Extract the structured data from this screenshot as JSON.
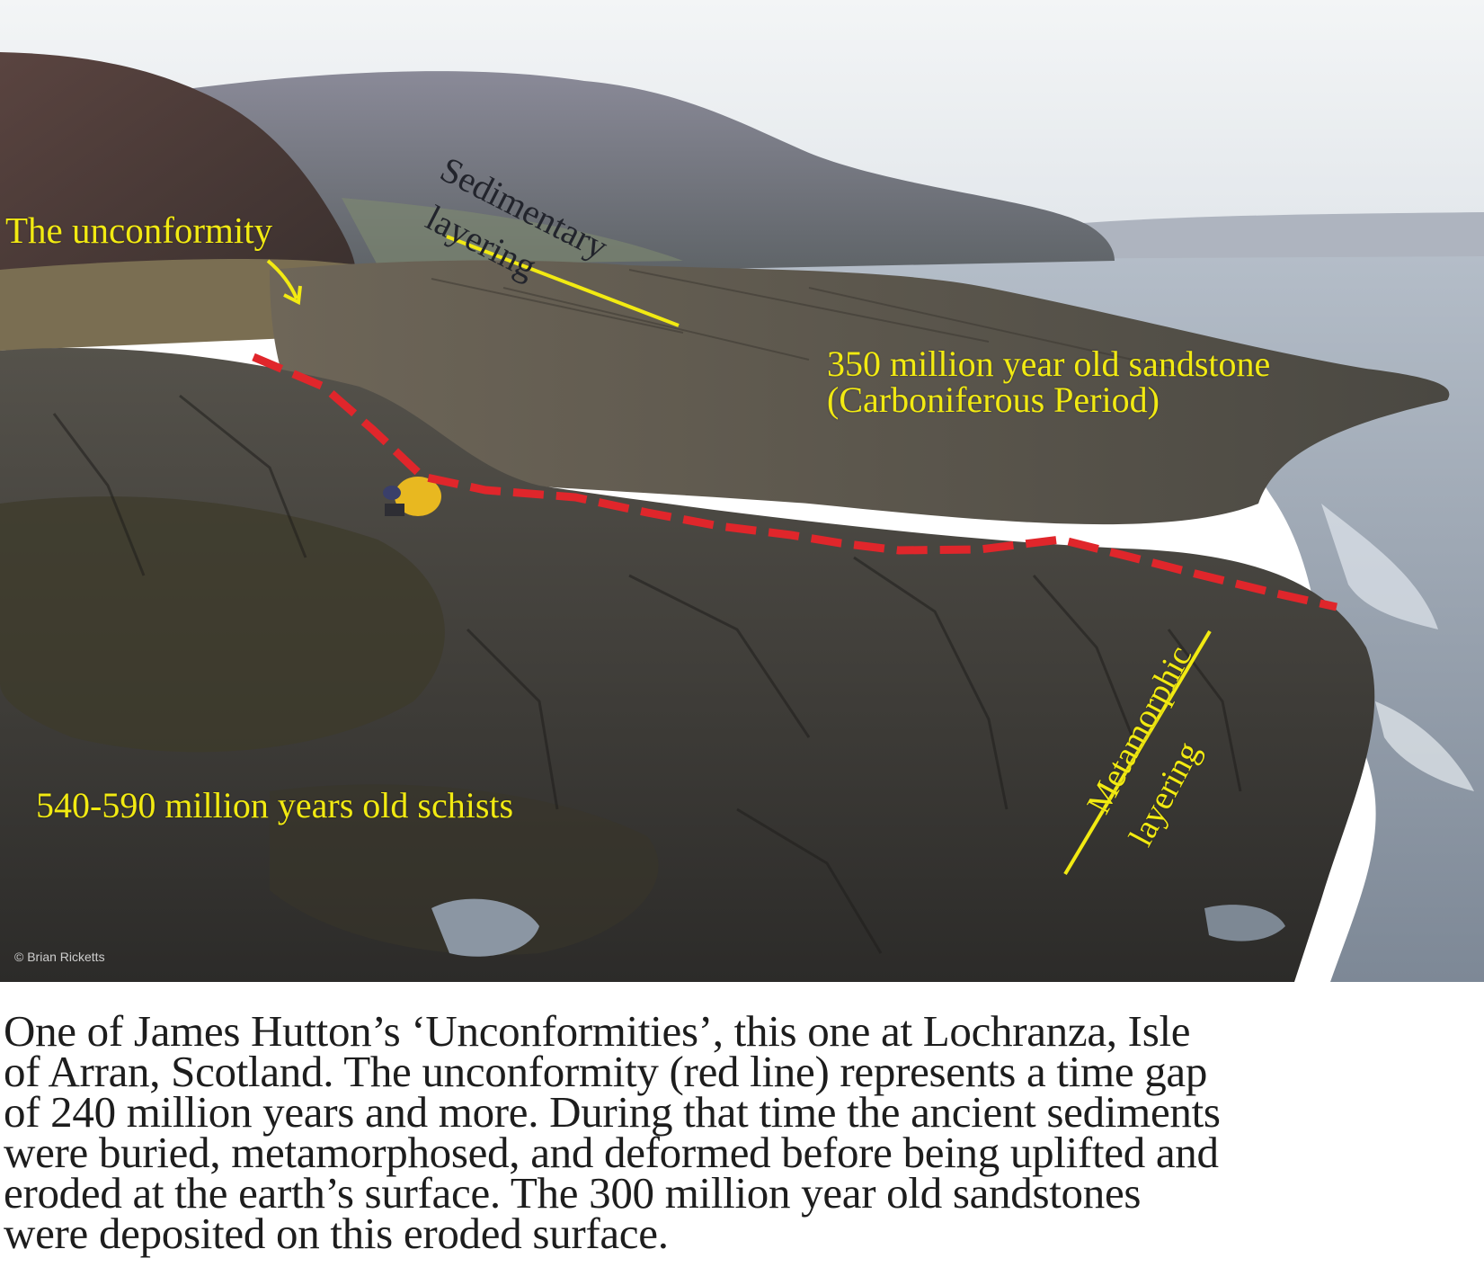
{
  "photo": {
    "labels": {
      "unconformity": "The unconformity",
      "sedimentary_line1": "Sedimentary",
      "sedimentary_line2": "layering",
      "sandstone_line1": "350 million year old sandstone",
      "sandstone_line2": "(Carboniferous Period)",
      "schists": "540-590 million years old schists",
      "metamorphic_line1": "Metamorphic",
      "metamorphic_line2": "layering"
    },
    "credit": "© Brian Ricketts",
    "colors": {
      "annotation_text": "#f2ea12",
      "annotation_line": "#f2ea12",
      "unconformity_line": "#e0262b",
      "sky": "#e9edf0",
      "sea": "#9aa6b4",
      "rock": "#3c3b38"
    },
    "icons": {
      "pointer": "arrow-icon"
    }
  },
  "caption": {
    "lines": [
      "One of James Hutton’s ‘Unconformities’, this one at Lochranza, Isle",
      "of Arran, Scotland.  The unconformity (red line) represents a time gap",
      "of 240 million years and more.  During that time the ancient sediments",
      "were buried, metamorphosed, and deformed before being uplifted and",
      "eroded at the earth’s surface.  The 300 million year old sandstones",
      "were deposited on this eroded surface."
    ]
  }
}
